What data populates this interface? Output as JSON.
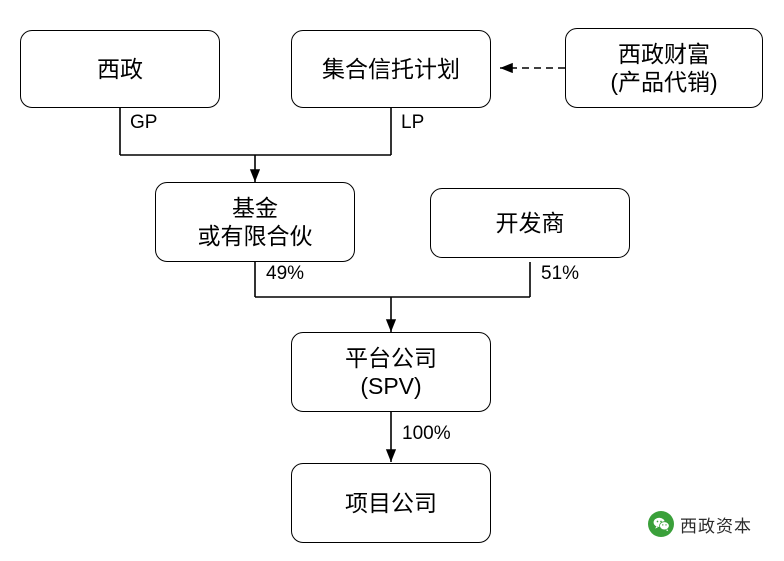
{
  "diagram": {
    "nodes": [
      {
        "id": "xizheng",
        "label": "西政",
        "line1": "西政",
        "line2": ""
      },
      {
        "id": "trust-plan",
        "label": "集合信托计划",
        "line1": "集合信托计划",
        "line2": ""
      },
      {
        "id": "wealth",
        "label": "西政财富(产品代销)",
        "line1": "西政财富",
        "line2": "(产品代销)"
      },
      {
        "id": "fund",
        "label": "基金或有限合伙",
        "line1": "基金",
        "line2": "或有限合伙"
      },
      {
        "id": "developer",
        "label": "开发商",
        "line1": "开发商",
        "line2": ""
      },
      {
        "id": "platform",
        "label": "平台公司(SPV)",
        "line1": "平台公司",
        "line2": "(SPV)"
      },
      {
        "id": "project",
        "label": "项目公司",
        "line1": "项目公司",
        "line2": ""
      }
    ],
    "edge_labels": [
      {
        "id": "gp",
        "text": "GP"
      },
      {
        "id": "lp",
        "text": "LP"
      },
      {
        "id": "p49",
        "text": "49%"
      },
      {
        "id": "p51",
        "text": "51%"
      },
      {
        "id": "p100",
        "text": "100%"
      }
    ]
  },
  "watermark": {
    "text": "西政资本",
    "icon": "wechat-icon"
  }
}
